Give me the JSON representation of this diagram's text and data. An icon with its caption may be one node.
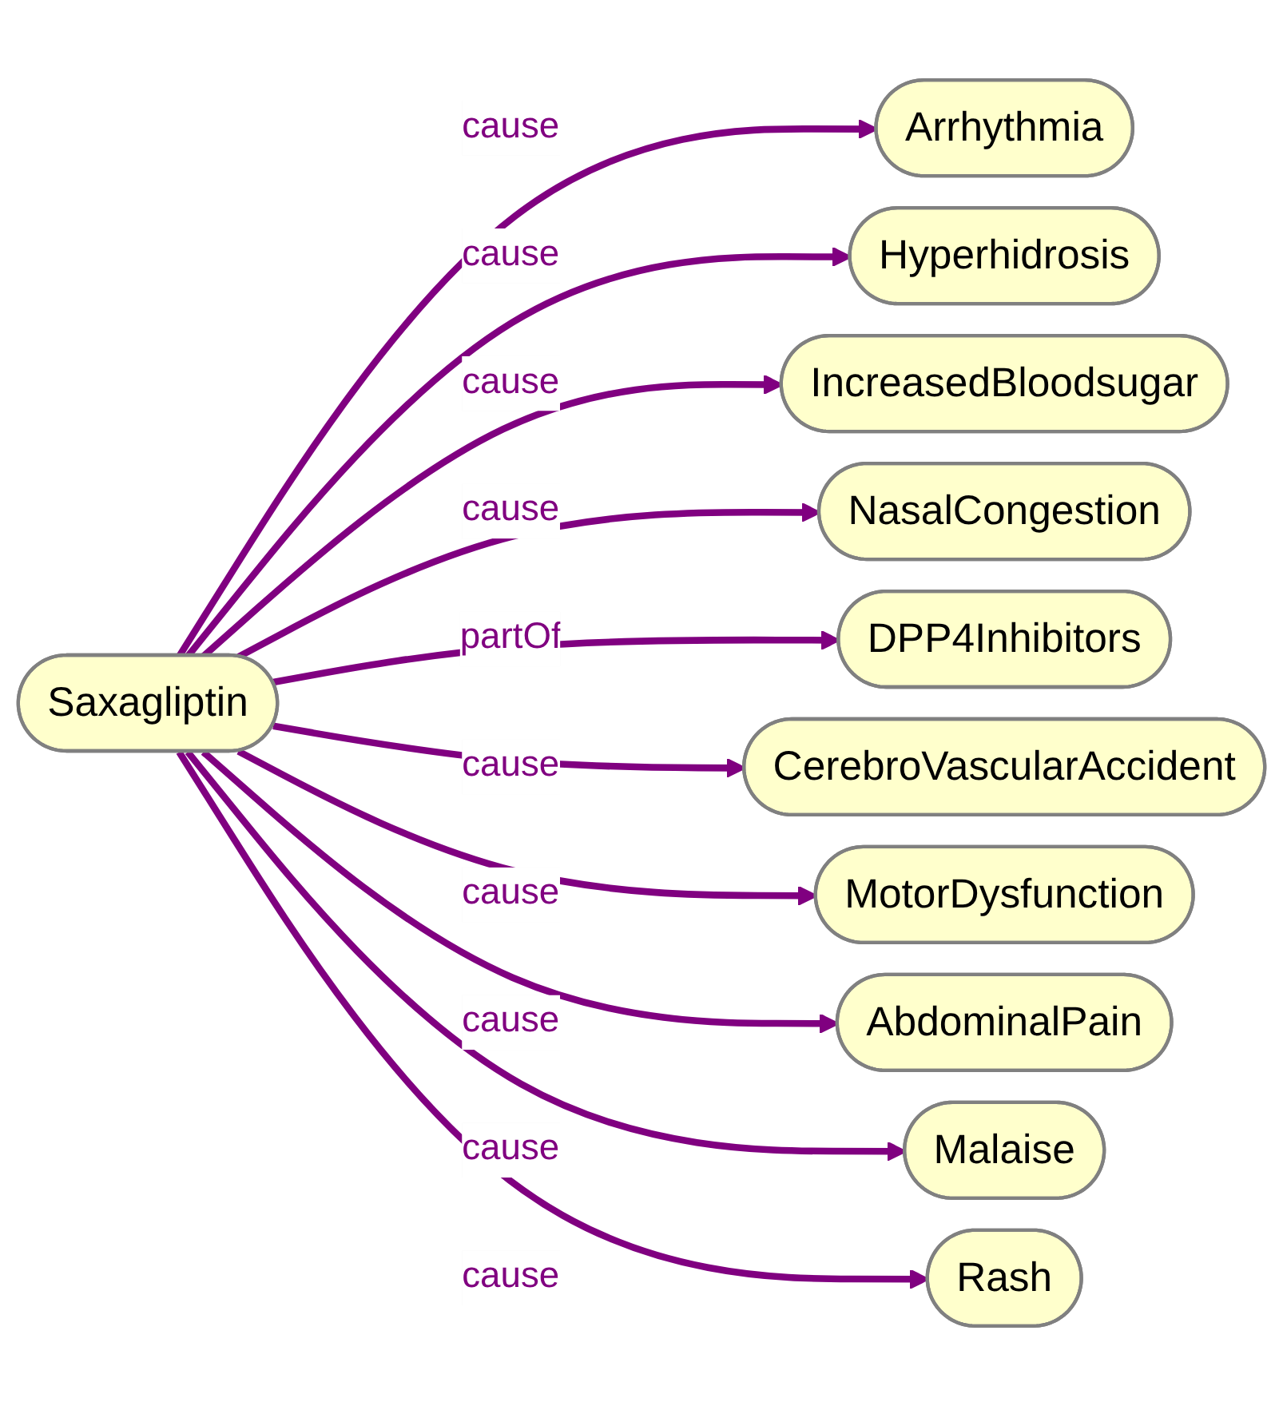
{
  "diagram": {
    "nodes": [
      {
        "text": [
          "Saxagliptin"
        ]
      },
      {
        "text": [
          "Arrhythmia"
        ]
      },
      {
        "text": [
          "Hyperhidrosis"
        ]
      },
      {
        "text": [
          "IncreasedBloodsugar"
        ]
      },
      {
        "text": [
          "NasalCongestion"
        ]
      },
      {
        "text": [
          "DPP4Inhibitors"
        ]
      },
      {
        "text": [
          "CerebroVascularAccident"
        ]
      },
      {
        "text": [
          "MotorDysfunction"
        ]
      },
      {
        "text": [
          "AbdominalPain"
        ]
      },
      {
        "text": [
          "Malaise"
        ]
      },
      {
        "text": [
          "Rash"
        ]
      }
    ],
    "edges": [
      {
        "from": 0,
        "to": 1,
        "arrow": "to",
        "label": "cause"
      },
      {
        "from": 0,
        "to": 2,
        "arrow": "to",
        "label": "cause"
      },
      {
        "from": 0,
        "to": 3,
        "arrow": "to",
        "label": "cause"
      },
      {
        "from": 0,
        "to": 4,
        "arrow": "to",
        "label": "cause"
      },
      {
        "from": 0,
        "to": 5,
        "arrow": "to",
        "label": "partOf"
      },
      {
        "from": 0,
        "to": 6,
        "arrow": "to",
        "label": "cause"
      },
      {
        "from": 0,
        "to": 7,
        "arrow": "to",
        "label": "cause"
      },
      {
        "from": 0,
        "to": 8,
        "arrow": "to",
        "label": "cause"
      },
      {
        "from": 0,
        "to": 9,
        "arrow": "to",
        "label": "cause"
      },
      {
        "from": 0,
        "to": 10,
        "arrow": "to",
        "label": "cause"
      }
    ]
  }
}
